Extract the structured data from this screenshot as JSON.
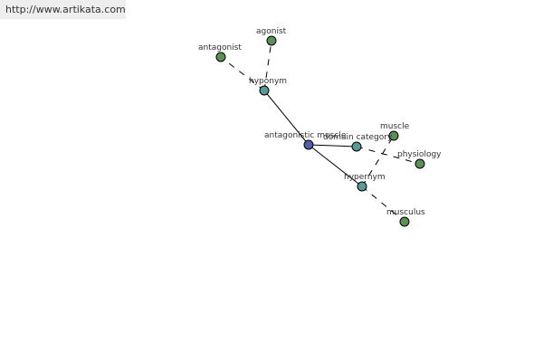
{
  "url": "http://www.artikata.com",
  "colors": {
    "center": "#4f5fa8",
    "relation": "#5a9a96",
    "term": "#5c8f56",
    "edge": "#000000"
  },
  "nodes": {
    "center": {
      "label": "antagonistic muscle",
      "kind": "center",
      "icon": "center-node-icon"
    },
    "hyponym": {
      "label": "hyponym",
      "kind": "relation",
      "icon": "relation-node-icon"
    },
    "domain": {
      "label": "domain category",
      "kind": "relation",
      "icon": "relation-node-icon"
    },
    "hypernym": {
      "label": "hypernym",
      "kind": "relation",
      "icon": "relation-node-icon"
    },
    "antagonist": {
      "label": "antagonist",
      "kind": "term",
      "icon": "term-node-icon"
    },
    "agonist": {
      "label": "agonist",
      "kind": "term",
      "icon": "term-node-icon"
    },
    "muscle": {
      "label": "muscle",
      "kind": "term",
      "icon": "term-node-icon"
    },
    "physiology": {
      "label": "physiology",
      "kind": "term",
      "icon": "term-node-icon"
    },
    "musculus": {
      "label": "musculus",
      "kind": "term",
      "icon": "term-node-icon"
    }
  },
  "edges": [
    {
      "from": "center",
      "to": "hyponym",
      "style": "solid"
    },
    {
      "from": "center",
      "to": "domain",
      "style": "solid"
    },
    {
      "from": "center",
      "to": "hypernym",
      "style": "solid"
    },
    {
      "from": "hyponym",
      "to": "antagonist",
      "style": "dashed"
    },
    {
      "from": "hyponym",
      "to": "agonist",
      "style": "dashed"
    },
    {
      "from": "domain",
      "to": "physiology",
      "style": "dashed"
    },
    {
      "from": "hypernym",
      "to": "muscle",
      "style": "dashed"
    },
    {
      "from": "hypernym",
      "to": "musculus",
      "style": "dashed"
    }
  ]
}
